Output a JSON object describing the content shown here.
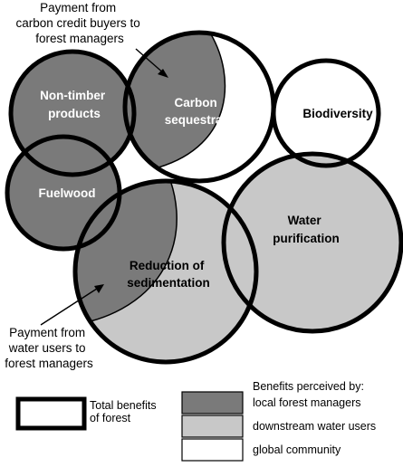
{
  "circles": [
    {
      "id": "non-timber",
      "label": [
        "Non-timber",
        "products"
      ]
    },
    {
      "id": "carbon",
      "label": [
        "Carbon",
        "sequestration"
      ]
    },
    {
      "id": "biodiversity",
      "label": [
        "Biodiversity"
      ]
    },
    {
      "id": "fuelwood",
      "label": [
        "Fuelwood"
      ]
    },
    {
      "id": "water",
      "label": [
        "Water",
        "purification"
      ]
    },
    {
      "id": "sedimentation",
      "label": [
        "Reduction of",
        "sedimentation"
      ]
    }
  ],
  "annotations": {
    "carbon_payment": [
      "Payment from",
      "carbon credit buyers to",
      "forest managers"
    ],
    "water_payment": [
      "Payment from",
      "water users to",
      "forest managers"
    ]
  },
  "legend": {
    "total_label": [
      "Total benefits",
      "of forest"
    ],
    "perceived_title": "Benefits perceived by:",
    "items": [
      {
        "label": "local forest managers",
        "color": "#7a7a7a"
      },
      {
        "label": "downstream water users",
        "color": "#c8c8c8"
      },
      {
        "label": "global community",
        "color": "#ffffff"
      }
    ]
  }
}
